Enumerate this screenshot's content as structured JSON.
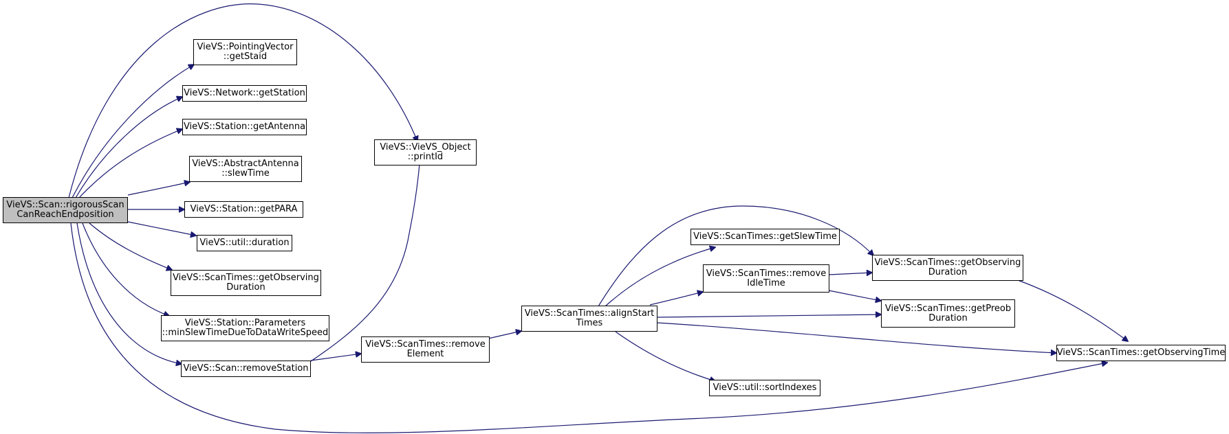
{
  "colors": {
    "edge": "#191970",
    "node_border": "#000000",
    "root_fill": "#bfbfbf"
  },
  "nodes": {
    "root": [
      "VieVS::Scan::rigorousScan",
      "CanReachEndposition"
    ],
    "pv_getstaid": [
      "VieVS::PointingVector",
      "::getStaid"
    ],
    "net_getstation": [
      "VieVS::Network::getStation"
    ],
    "st_getantenna": [
      "VieVS::Station::getAntenna"
    ],
    "aa_slewtime": [
      "VieVS::AbstractAntenna",
      "::slewTime"
    ],
    "st_getpara": [
      "VieVS::Station::getPARA"
    ],
    "util_duration": [
      "VieVS::util::duration"
    ],
    "st_getobsdur_left": [
      "VieVS::ScanTimes::getObserving",
      "Duration"
    ],
    "param_minslew": [
      "VieVS::Station::Parameters",
      "::minSlewTimeDueToDataWriteSpeed"
    ],
    "scan_removestation": [
      "VieVS::Scan::removeStation"
    ],
    "obj_printid": [
      "VieVS::VieVS_Object",
      "::printId"
    ],
    "st_removeelement": [
      "VieVS::ScanTimes::remove",
      "Element"
    ],
    "st_alignstart": [
      "VieVS::ScanTimes::alignStart",
      "Times"
    ],
    "st_getslewtime": [
      "VieVS::ScanTimes::getSlewTime"
    ],
    "st_removeidle": [
      "VieVS::ScanTimes::remove",
      "IdleTime"
    ],
    "st_getobsdur_right": [
      "VieVS::ScanTimes::getObserving",
      "Duration"
    ],
    "st_getpreobdur": [
      "VieVS::ScanTimes::getPreob",
      "Duration"
    ],
    "st_getobstime": [
      "VieVS::ScanTimes::getObservingTime"
    ],
    "util_sortindexes": [
      "VieVS::util::sortIndexes"
    ]
  }
}
